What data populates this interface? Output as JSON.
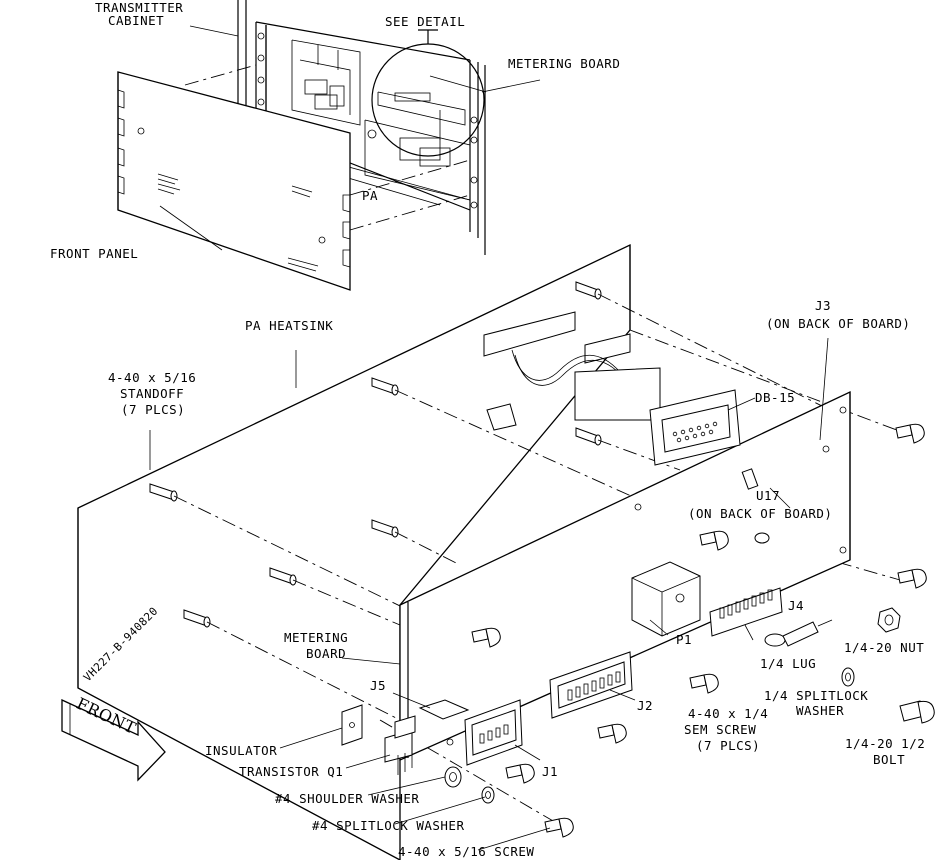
{
  "labels": {
    "transmitter_cabinet_1": "TRANSMITTER",
    "transmitter_cabinet_2": "CABINET",
    "see_detail": "SEE DETAIL",
    "metering_board_top": "METERING BOARD",
    "pa": "PA",
    "front_panel": "FRONT PANEL",
    "pa_heatsink": "PA HEATSINK",
    "standoff_1": "4-40 x 5/16",
    "standoff_2": "STANDOFF",
    "standoff_3": "(7 PLCS)",
    "j3_1": "J3",
    "j3_2": "(ON BACK OF BOARD)",
    "db15": "DB-15",
    "u17_1": "U17",
    "u17_2": "(ON BACK OF BOARD)",
    "j4": "J4",
    "p1": "P1",
    "nut": "1/4-20 NUT",
    "lug": "1/4 LUG",
    "splitlock_1": "1/4 SPLITLOCK",
    "splitlock_2": "WASHER",
    "bolt_1": "1/4-20 1/2",
    "bolt_2": "BOLT",
    "metering_board_1": "METERING",
    "metering_board_2": "BOARD",
    "j5": "J5",
    "j2": "J2",
    "j1": "J1",
    "sem_screw_1": "4-40 x 1/4",
    "sem_screw_2": "SEM SCREW",
    "sem_screw_3": "(7 PLCS)",
    "insulator": "INSULATOR",
    "transistor": "TRANSISTOR Q1",
    "shoulder_washer": "#4 SHOULDER WASHER",
    "splitlock_washer": "#4 SPLITLOCK WASHER",
    "screw": "4-40 x 5/16 SCREW",
    "front_arrow": "FRONT",
    "part_number": "VH227-B-940820"
  }
}
